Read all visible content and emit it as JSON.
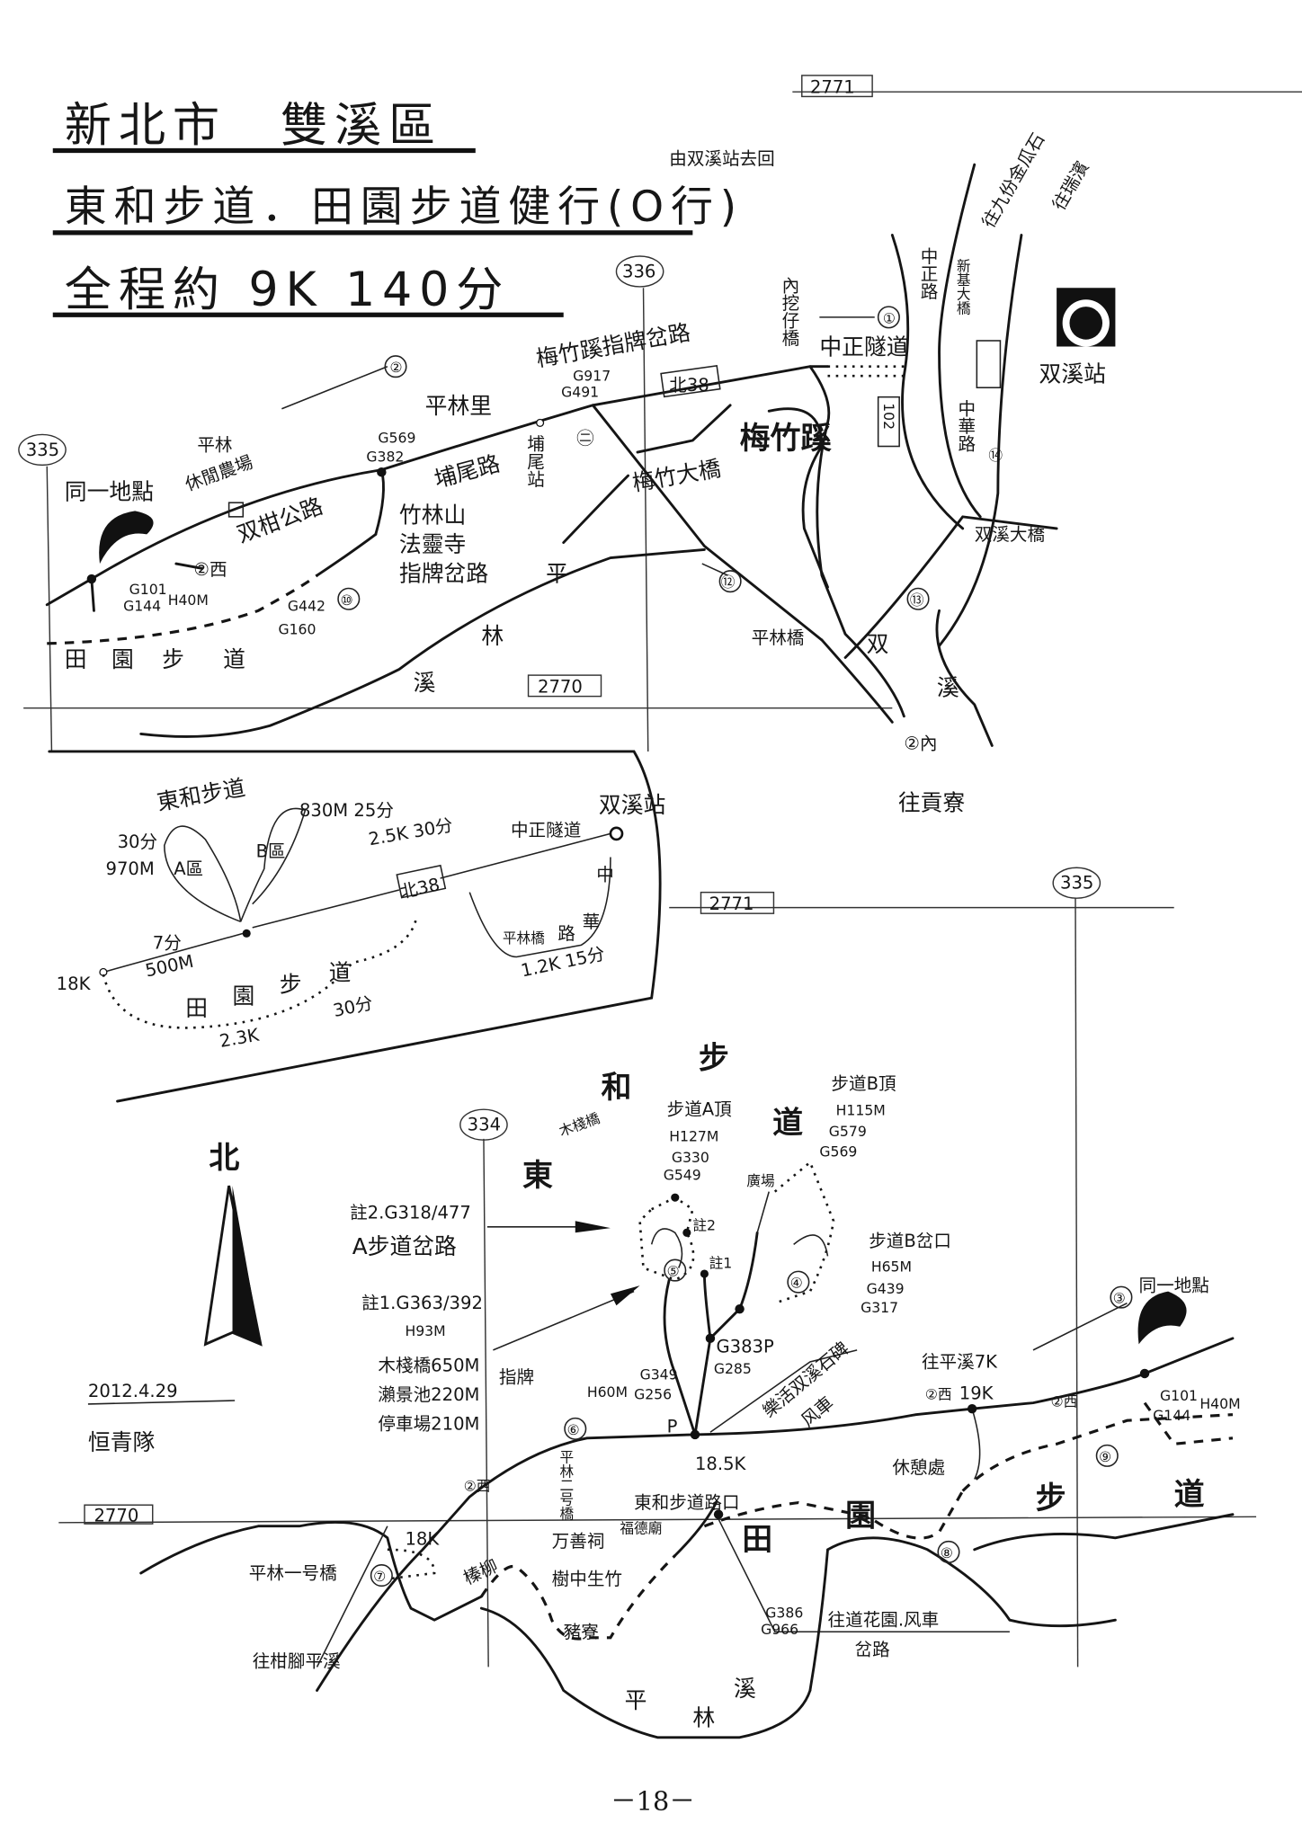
{
  "title": {
    "line1": "新北市　雙溪區",
    "line2": "東和步道．田園步道健行(O行)",
    "line2_note": "由双溪站去回",
    "line3": "全程約 9K 140分"
  },
  "grid_refs": {
    "top_2771": "2771",
    "c336": "336",
    "c335_left": "335",
    "mid_2770": "2770",
    "mid_2771": "2771",
    "c335_right": "335",
    "c334": "334",
    "bottom_2770": "2770"
  },
  "top_map": {
    "route1": "①",
    "zhongzheng_tunnel": "中正隧道",
    "neiwazi_bridge": "內挖仔橋",
    "meizhuxi_sign_fork": "梅竹蹊指牌岔路",
    "g_meizhuxi_a": "G917",
    "g_meizhuxi_b": "G491",
    "road_bei38": "北38",
    "pinglin_village": "平林里",
    "meizhuxi": "梅竹蹊",
    "meizhu_bridge": "梅竹大橋",
    "puwei_road": "埔尾路",
    "puwei_stop": "埔尾站",
    "g_puwei_a": "G569",
    "g_puwei_b": "G382",
    "route2": "②",
    "same_point": "同一地點",
    "pinglin_farm_1": "平林",
    "pinglin_farm_2": "休閒農場",
    "shuanggan_road": "双柑公路",
    "zhulin_1": "竹林山",
    "zhulin_2": "法靈寺",
    "zhulin_3": "指牌岔路",
    "g_start_a": "G101",
    "g_start_b": "G144",
    "g_start_h": "H40M",
    "bus_stop_west": "②西",
    "g_mid_a": "G442",
    "g_mid_b": "G160",
    "route10": "⑩",
    "route11": "㊁",
    "tianyuan": [
      "田",
      "園",
      "步",
      "道"
    ],
    "pinglinxi": [
      "平",
      "林",
      "溪"
    ],
    "route12": "⑫",
    "pinglin_bridge": "平林橋",
    "shuangxi": [
      "双",
      "溪"
    ],
    "bus_stop_east": "②內",
    "to_gongliao": "往貢寮",
    "zhongzheng_road": "中正路",
    "to_jiufen": "往九份金瓜石",
    "to_ruibin": "往瑞濱",
    "xinji_bridge": "新基大橋",
    "road_102": "102",
    "zhonghua_road": "中華路",
    "route14": "⑭",
    "shuangxi_station": "双溪站",
    "shuangxi_bridge": "双溪大橋",
    "route13": "⑬"
  },
  "inset": {
    "donghe_trail": "東和步道",
    "b_dist": "830M 25分",
    "a_time": "30分",
    "a_dist": "970M",
    "a_zone": "A區",
    "b_zone": "B區",
    "seg_dist": "2.5K 30分",
    "tunnel": "中正隧道",
    "station": "双溪站",
    "bei38": "北38",
    "zhonghua": [
      "中",
      "華",
      "路"
    ],
    "pinglin_bridge": "平林橋",
    "seg2": "1.2K 15分",
    "seg3_time": "7分",
    "seg3_dist": "500M",
    "start": "18K",
    "tianyuan": [
      "田",
      "園",
      "步",
      "道"
    ],
    "tian_time": "30分",
    "tian_dist": "2.3K"
  },
  "bottom_map": {
    "north": "北",
    "date": "2012.4.29",
    "team": "恒青隊",
    "big_label": [
      "東",
      "和",
      "步",
      "道"
    ],
    "boardwalk_bridge": "木棧橋",
    "a_top": "步道A頂",
    "a_top_h": "H127M",
    "a_top_g1": "G330",
    "a_top_g2": "G549",
    "b_top": "步道B頂",
    "b_top_h": "H115M",
    "b_top_g1": "G579",
    "b_top_g2": "G569",
    "plaza": "廣場",
    "note2": "註2",
    "note1": "註1",
    "route5": "⑤",
    "route4": "④",
    "note2_g": "註2.G318/477",
    "note2_desc": "A步道岔路",
    "note1_g": "註1.G363/392",
    "note1_h": "H93M",
    "dist_bridge": "木棧橋650M",
    "dist_pond": "瀨景池220M",
    "dist_parking": "停車場210M",
    "sign": "指牌",
    "h60": "H60M",
    "g349": "G349",
    "g256": "G256",
    "g383p": "G383P",
    "g285": "G285",
    "b_fork": "步道B岔口",
    "b_fork_h": "H65M",
    "g439": "G439",
    "g317": "G317",
    "route3": "③",
    "same_point": "同一地點",
    "to_pingxi": "往平溪7K",
    "bus_19k": "②西",
    "km19": "19K",
    "bus_west2": "②西",
    "g_end_a": "G101",
    "g_end_b": "G144",
    "g_end_h": "H40M",
    "stele_1": "樂活双溪石碑",
    "stele_2": "风車",
    "route6": "⑥",
    "parking": "P",
    "pinglin_bridge2": "平林二号橋",
    "km185": "18.5K",
    "donghe_entrance": "東和步道路口",
    "rest_area": "休憩處",
    "tianyuan": [
      "田",
      "園",
      "步",
      "道"
    ],
    "route9": "⑨",
    "route8": "⑧",
    "bus_18k": "②西",
    "km18": "18K",
    "pinglin_bridge1": "平林一号橋",
    "route7": "⑦",
    "to_gantiao": "往柑腳平溪",
    "zhenliu": "榛柳",
    "wanshan": "万善祠",
    "fude": "福德廟",
    "tree_bamboo": "樹中生竹",
    "zhuliao": "豬寮",
    "g386": "G386",
    "g966": "G966",
    "to_garden": "往道花園.风車",
    "to_garden_2": "岔路",
    "pinglinxi": [
      "平",
      "林",
      "溪"
    ]
  },
  "page_number": "－18－"
}
